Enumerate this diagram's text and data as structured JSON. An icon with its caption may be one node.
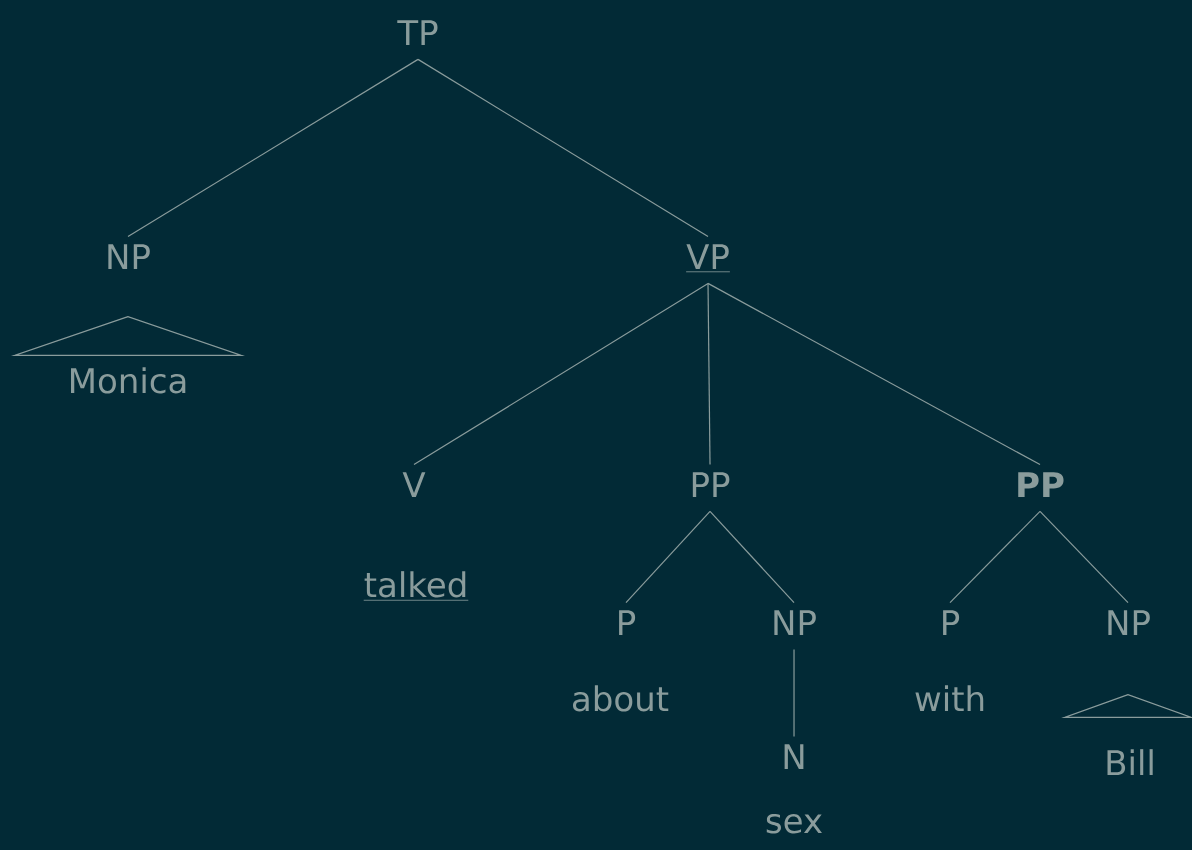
{
  "diagram": {
    "nodes": [
      {
        "text": [
          "TP"
        ]
      },
      {
        "text": [
          "NP"
        ]
      },
      {
        "text": [
          "VP"
        ]
      },
      {
        "text": [],
        "shape": "triangle"
      },
      {
        "text": [
          "Monica"
        ]
      },
      {
        "text": [
          "V"
        ]
      },
      {
        "text": [
          "PP"
        ]
      },
      {
        "text": [
          "PP"
        ]
      },
      {
        "text": [
          "talked"
        ]
      },
      {
        "text": [
          "P"
        ]
      },
      {
        "text": [
          "NP"
        ]
      },
      {
        "text": [
          "P"
        ]
      },
      {
        "text": [
          "NP"
        ]
      },
      {
        "text": [
          "about"
        ]
      },
      {
        "text": [
          "with"
        ]
      },
      {
        "text": [],
        "shape": "triangle"
      },
      {
        "text": [
          "N"
        ]
      },
      {
        "text": [
          "Bill"
        ]
      },
      {
        "text": [
          "sex"
        ]
      }
    ],
    "edges": [
      {
        "from": 0,
        "to": 1,
        "arrow": "none"
      },
      {
        "from": 0,
        "to": 2,
        "arrow": "none"
      },
      {
        "from": 2,
        "to": 5,
        "arrow": "none"
      },
      {
        "from": 2,
        "to": 6,
        "arrow": "none"
      },
      {
        "from": 2,
        "to": 7,
        "arrow": "none"
      },
      {
        "from": 6,
        "to": 9,
        "arrow": "none"
      },
      {
        "from": 6,
        "to": 10,
        "arrow": "none"
      },
      {
        "from": 7,
        "to": 11,
        "arrow": "none"
      },
      {
        "from": 7,
        "to": 12,
        "arrow": "none"
      },
      {
        "from": 10,
        "to": 16,
        "arrow": "none"
      }
    ]
  }
}
